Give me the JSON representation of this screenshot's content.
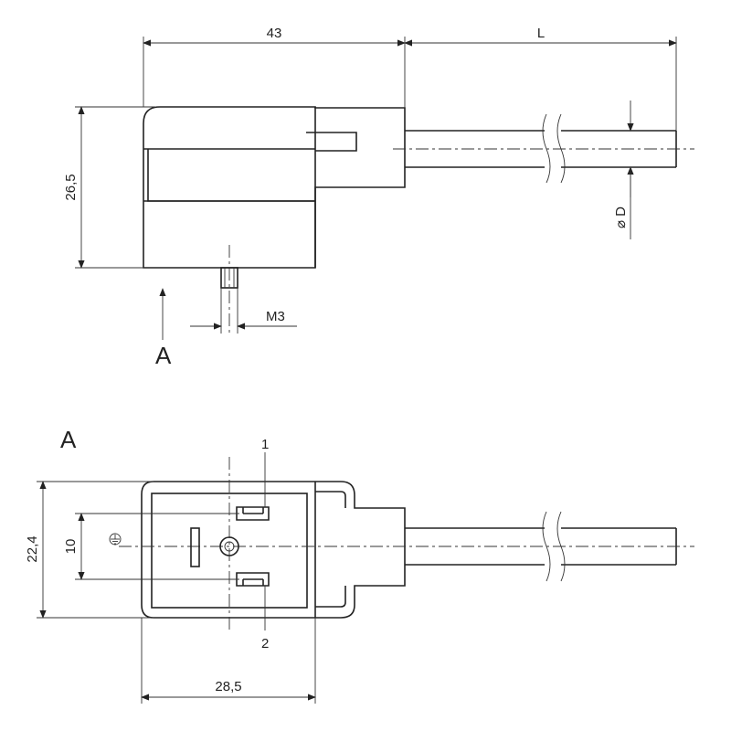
{
  "top_view": {
    "dim_width": "43",
    "dim_cable_length": "L",
    "dim_height": "26,5",
    "dim_thread": "M3",
    "dim_diameter": "⌀ D",
    "view_marker": "A"
  },
  "bottom_view": {
    "view_title": "A",
    "pin_1": "1",
    "pin_2": "2",
    "dim_height": "22,4",
    "dim_pin_spacing": "10",
    "dim_width": "28,5",
    "ground_symbol": "⏚"
  }
}
